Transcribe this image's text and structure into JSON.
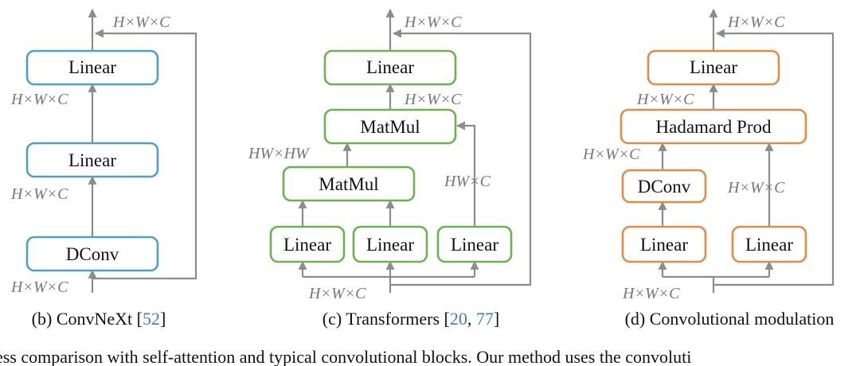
{
  "colors": {
    "convnext_stroke": "#4d9fcc",
    "transformer_stroke": "#6bb14e",
    "modulation_stroke": "#e38a43",
    "connector": "#8c8c8c",
    "dimension_text": "#777777",
    "citation": "#3a7fc0"
  },
  "panel_b": {
    "boxes": [
      "Linear",
      "Linear",
      "DConv"
    ],
    "dims": [
      "H×W×C",
      "H×W×C",
      "H×W×C",
      "H×W×C"
    ],
    "caption": {
      "prefix": "(b) ConvNeXt [",
      "ref": "52",
      "suffix": "]"
    }
  },
  "panel_c": {
    "boxes": [
      "Linear",
      "MatMul",
      "MatMul",
      "Linear",
      "Linear",
      "Linear"
    ],
    "dims": [
      "H×W×C",
      "H×W×C",
      "HW×HW",
      "HW×C",
      "H×W×C"
    ],
    "caption": {
      "prefix": "(c) Transformers [",
      "ref1": "20",
      "sep": ", ",
      "ref2": "77",
      "suffix": "]"
    }
  },
  "panel_d": {
    "boxes": [
      "Linear",
      "Hadamard Prod",
      "DConv",
      "Linear",
      "Linear"
    ],
    "dims": [
      "H×W×C",
      "H×W×C",
      "H×W×C",
      "H×W×C",
      "H×W×C"
    ],
    "caption": {
      "text": "(d) Convolutional modulation"
    }
  },
  "bottom_line": "ess comparison with self-attention and typical convolutional blocks. Our method uses the convoluti"
}
